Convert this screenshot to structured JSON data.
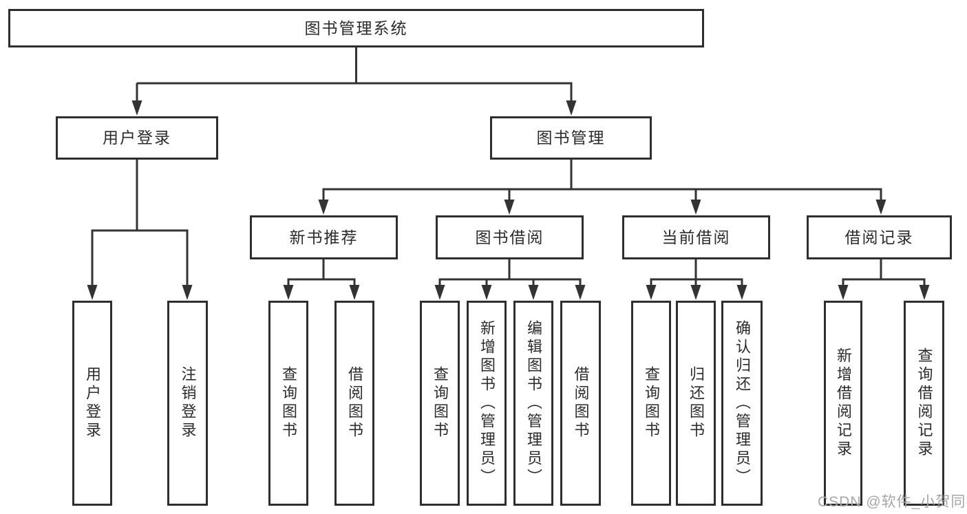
{
  "diagram_title": "图书管理系统",
  "colors": {
    "line": "#333333",
    "box_border": "#2e2e2e",
    "text": "#2b2b2b",
    "watermark": "#a6a6a6",
    "background": "#ffffff"
  },
  "nodes": {
    "root": "图书管理系统",
    "user_login": "用户登录",
    "book_mgmt": "图书管理",
    "new_books": "新书推荐",
    "book_borrow": "图书借阅",
    "current_borrow": "当前借阅",
    "borrow_records": "借阅记录",
    "leaves": {
      "user_login": "用户登录",
      "logout": "注销登录",
      "nb_query": "查询图书",
      "nb_borrow": "借阅图书",
      "bb_query": "查询图书",
      "bb_add": "新增图书（管理员）",
      "bb_edit": "编辑图书（管理员）",
      "bb_borrow": "借阅图书",
      "cb_query": "查询图书",
      "cb_return": "归还图书",
      "cb_confirm": "确认归还（管理员）",
      "br_add": "新增借阅记录",
      "br_query": "查询借阅记录"
    }
  },
  "watermark": "CSDN @软件_小贺同学"
}
